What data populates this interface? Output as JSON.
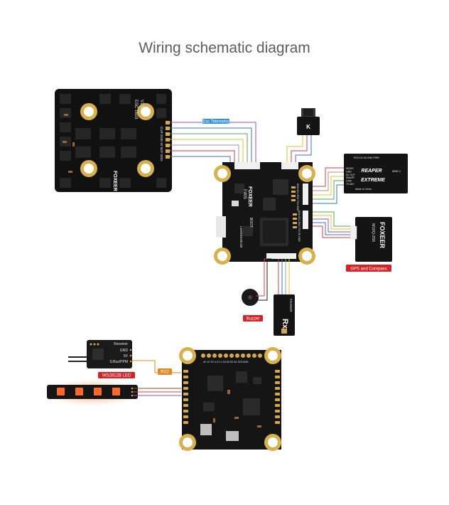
{
  "title": "Wiring schematic diagram",
  "labels": {
    "esc_telemetry": "Esc Telemetry",
    "gps_compass": "GPS and Compass",
    "buzzer": "Buzzer",
    "ws2812b": "WS2812B LED",
    "rx2": "RX2"
  },
  "esc": {
    "name": "ESC 1603",
    "version": "V1.0",
    "brand": "FOXEER",
    "pins": "CUR  GND  4V  BAT  GND"
  },
  "fc": {
    "brand": "FOXEER",
    "model": "F405",
    "led_label": "LED/WS2812B",
    "boot_label": "BOOT",
    "right_pins_top": "SDA  SCL  RX4  TX4  GND",
    "right_pins_bottom": "SDA SCL RX3 TX3 5V GND"
  },
  "vtx": {
    "line1": "REAPER",
    "line2": "EXTREME",
    "pins_top": "RX3  CA  SA  GND  PWR",
    "pins_left": "VIDEO\nGND\n5V OUT\nSMART\nCAM\n7V-36V",
    "side": "MINI 4",
    "fine": "Made in China"
  },
  "gps": {
    "brand": "FOXEER",
    "model": "M10Q-250"
  },
  "camera": {
    "brand": "K"
  },
  "rx": {
    "label": "Rx",
    "brand": "FOXEER"
  },
  "receiver": {
    "title": "Receiver",
    "pins": [
      "GND",
      "5V",
      "S.Bus/PPM"
    ]
  },
  "fc_back": {
    "top_pins": "4V 1V 2V 4 3 2 1 S4 S3 S2 S1 3V3 GND"
  },
  "colors": {
    "pcb": "#121212",
    "pad": "#d7a84a",
    "label_red": "#d22328",
    "label_blue": "#2f8fdf",
    "label_orange": "#e6861d",
    "wire_red": "#e23b3b",
    "wire_blue": "#3570d6",
    "wire_gray": "#9a9a9a",
    "wire_green": "#49b04d",
    "wire_yellow": "#e4c22a",
    "wire_purple": "#8f52c8",
    "wire_brown": "#8a4a2a",
    "led_glow": "#ff6a2a"
  }
}
